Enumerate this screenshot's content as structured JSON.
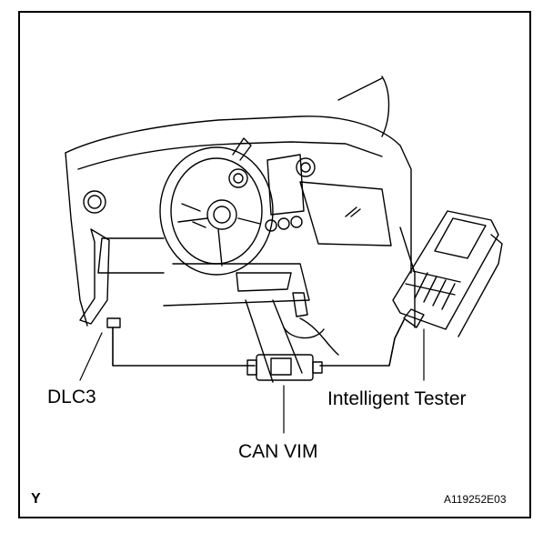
{
  "labels": {
    "dlc3": "DLC3",
    "tester": "Intelligent Tester",
    "vim": "CAN VIM"
  },
  "corner_letter": "Y",
  "figure_code": "A119252E03"
}
